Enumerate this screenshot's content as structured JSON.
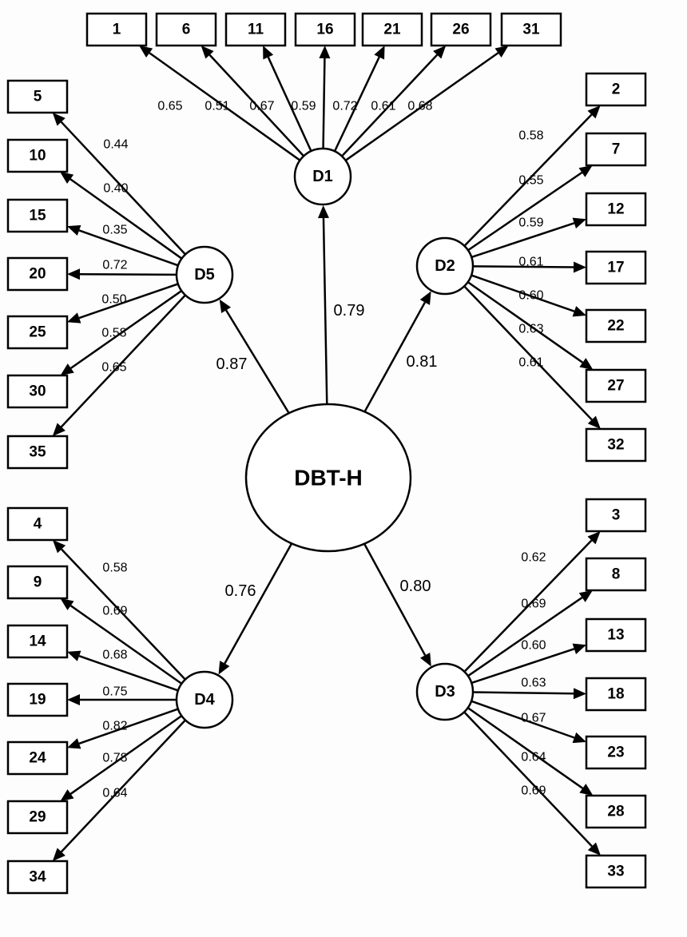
{
  "main": {
    "id": "main",
    "label": "DBT-H"
  },
  "factors": [
    {
      "id": "D1",
      "label": "D1",
      "loading": "0.79"
    },
    {
      "id": "D2",
      "label": "D2",
      "loading": "0.81"
    },
    {
      "id": "D3",
      "label": "D3",
      "loading": "0.80"
    },
    {
      "id": "D4",
      "label": "D4",
      "loading": "0.76"
    },
    {
      "id": "D5",
      "label": "D5",
      "loading": "0.87"
    }
  ],
  "items": [
    {
      "label": "1",
      "factor": "D1",
      "loading": "0.65"
    },
    {
      "label": "6",
      "factor": "D1",
      "loading": "0.51"
    },
    {
      "label": "11",
      "factor": "D1",
      "loading": "0.67"
    },
    {
      "label": "16",
      "factor": "D1",
      "loading": "0.59"
    },
    {
      "label": "21",
      "factor": "D1",
      "loading": "0.72"
    },
    {
      "label": "26",
      "factor": "D1",
      "loading": "0.61"
    },
    {
      "label": "31",
      "factor": "D1",
      "loading": "0.68"
    },
    {
      "label": "2",
      "factor": "D2",
      "loading": "0.58"
    },
    {
      "label": "7",
      "factor": "D2",
      "loading": "0.55"
    },
    {
      "label": "12",
      "factor": "D2",
      "loading": "0.59"
    },
    {
      "label": "17",
      "factor": "D2",
      "loading": "0.61"
    },
    {
      "label": "22",
      "factor": "D2",
      "loading": "0.60"
    },
    {
      "label": "27",
      "factor": "D2",
      "loading": "0.63"
    },
    {
      "label": "32",
      "factor": "D2",
      "loading": "0.61"
    },
    {
      "label": "3",
      "factor": "D3",
      "loading": "0.62"
    },
    {
      "label": "8",
      "factor": "D3",
      "loading": "0.69"
    },
    {
      "label": "13",
      "factor": "D3",
      "loading": "0.60"
    },
    {
      "label": "18",
      "factor": "D3",
      "loading": "0.63"
    },
    {
      "label": "23",
      "factor": "D3",
      "loading": "0.67"
    },
    {
      "label": "28",
      "factor": "D3",
      "loading": "0.64"
    },
    {
      "label": "33",
      "factor": "D3",
      "loading": "0.69"
    },
    {
      "label": "4",
      "factor": "D4",
      "loading": "0.58"
    },
    {
      "label": "9",
      "factor": "D4",
      "loading": "0.69"
    },
    {
      "label": "14",
      "factor": "D4",
      "loading": "0.68"
    },
    {
      "label": "19",
      "factor": "D4",
      "loading": "0.75"
    },
    {
      "label": "24",
      "factor": "D4",
      "loading": "0.82"
    },
    {
      "label": "29",
      "factor": "D4",
      "loading": "0.78"
    },
    {
      "label": "34",
      "factor": "D4",
      "loading": "0.64"
    },
    {
      "label": "5",
      "factor": "D5",
      "loading": "0.44"
    },
    {
      "label": "10",
      "factor": "D5",
      "loading": "0.40"
    },
    {
      "label": "15",
      "factor": "D5",
      "loading": "0.35"
    },
    {
      "label": "20",
      "factor": "D5",
      "loading": "0.72"
    },
    {
      "label": "25",
      "factor": "D5",
      "loading": "0.50"
    },
    {
      "label": "30",
      "factor": "D5",
      "loading": "0.58"
    },
    {
      "label": "35",
      "factor": "D5",
      "loading": "0.65"
    }
  ]
}
